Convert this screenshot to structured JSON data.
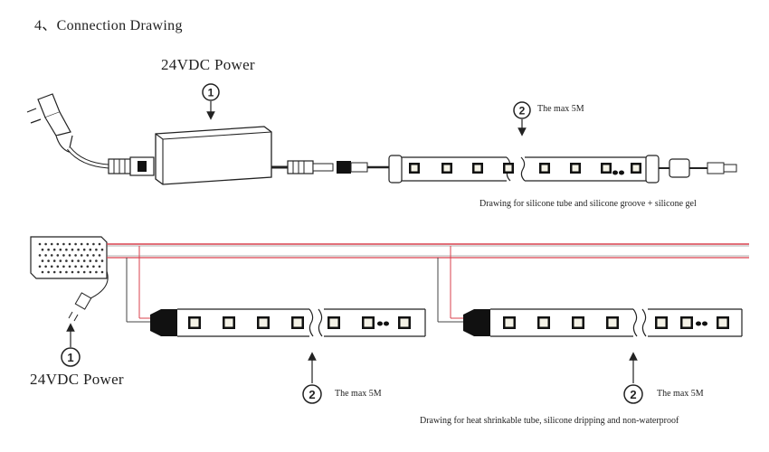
{
  "section_title": "4、Connection Drawing",
  "power_label": "24VDC Power",
  "max_length_label": "The max 5M",
  "callout_power_number": "1",
  "callout_strip_number": "2",
  "caption_top": "Drawing for silicone tube and silicone groove + silicone gel",
  "caption_bottom": "Drawing for heat shrinkable tube, silicone dripping and non-waterproof",
  "colors": {
    "line": "#222222",
    "wire_red": "#d9414e",
    "connector": "#111111"
  }
}
